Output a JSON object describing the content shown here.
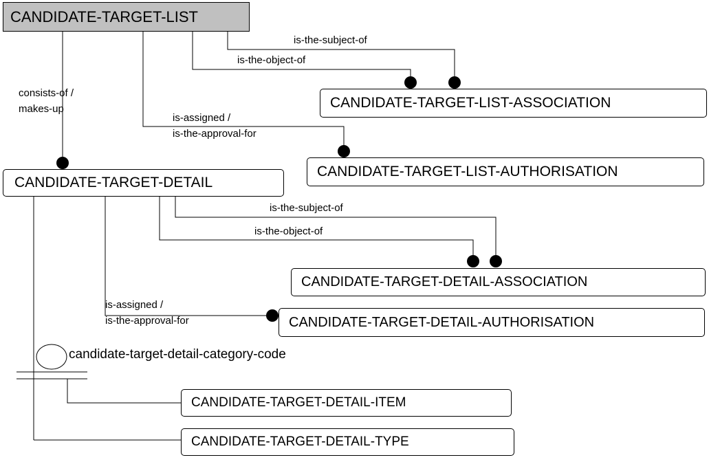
{
  "entities": {
    "candidate_target_list": "CANDIDATE-TARGET-LIST",
    "candidate_target_list_association": "CANDIDATE-TARGET-LIST-ASSOCIATION",
    "candidate_target_list_authorisation": "CANDIDATE-TARGET-LIST-AUTHORISATION",
    "candidate_target_detail": "CANDIDATE-TARGET-DETAIL",
    "candidate_target_detail_association": "CANDIDATE-TARGET-DETAIL-ASSOCIATION",
    "candidate_target_detail_authorisation": "CANDIDATE-TARGET-DETAIL-AUTHORISATION",
    "candidate_target_detail_item": "CANDIDATE-TARGET-DETAIL-ITEM",
    "candidate_target_detail_type": "CANDIDATE-TARGET-DETAIL-TYPE"
  },
  "attribute": "candidate-target-detail-category-code",
  "relationships": {
    "list_subject_of": "is-the-subject-of",
    "list_object_of": "is-the-object-of",
    "consists_of_1": "consists-of /",
    "consists_of_2": "makes-up",
    "list_assigned_1": "is-assigned /",
    "list_assigned_2": "is-the-approval-for",
    "detail_subject_of": "is-the-subject-of",
    "detail_object_of": "is-the-object-of",
    "detail_assigned_1": "is-assigned /",
    "detail_assigned_2": "is-the-approval-for"
  }
}
